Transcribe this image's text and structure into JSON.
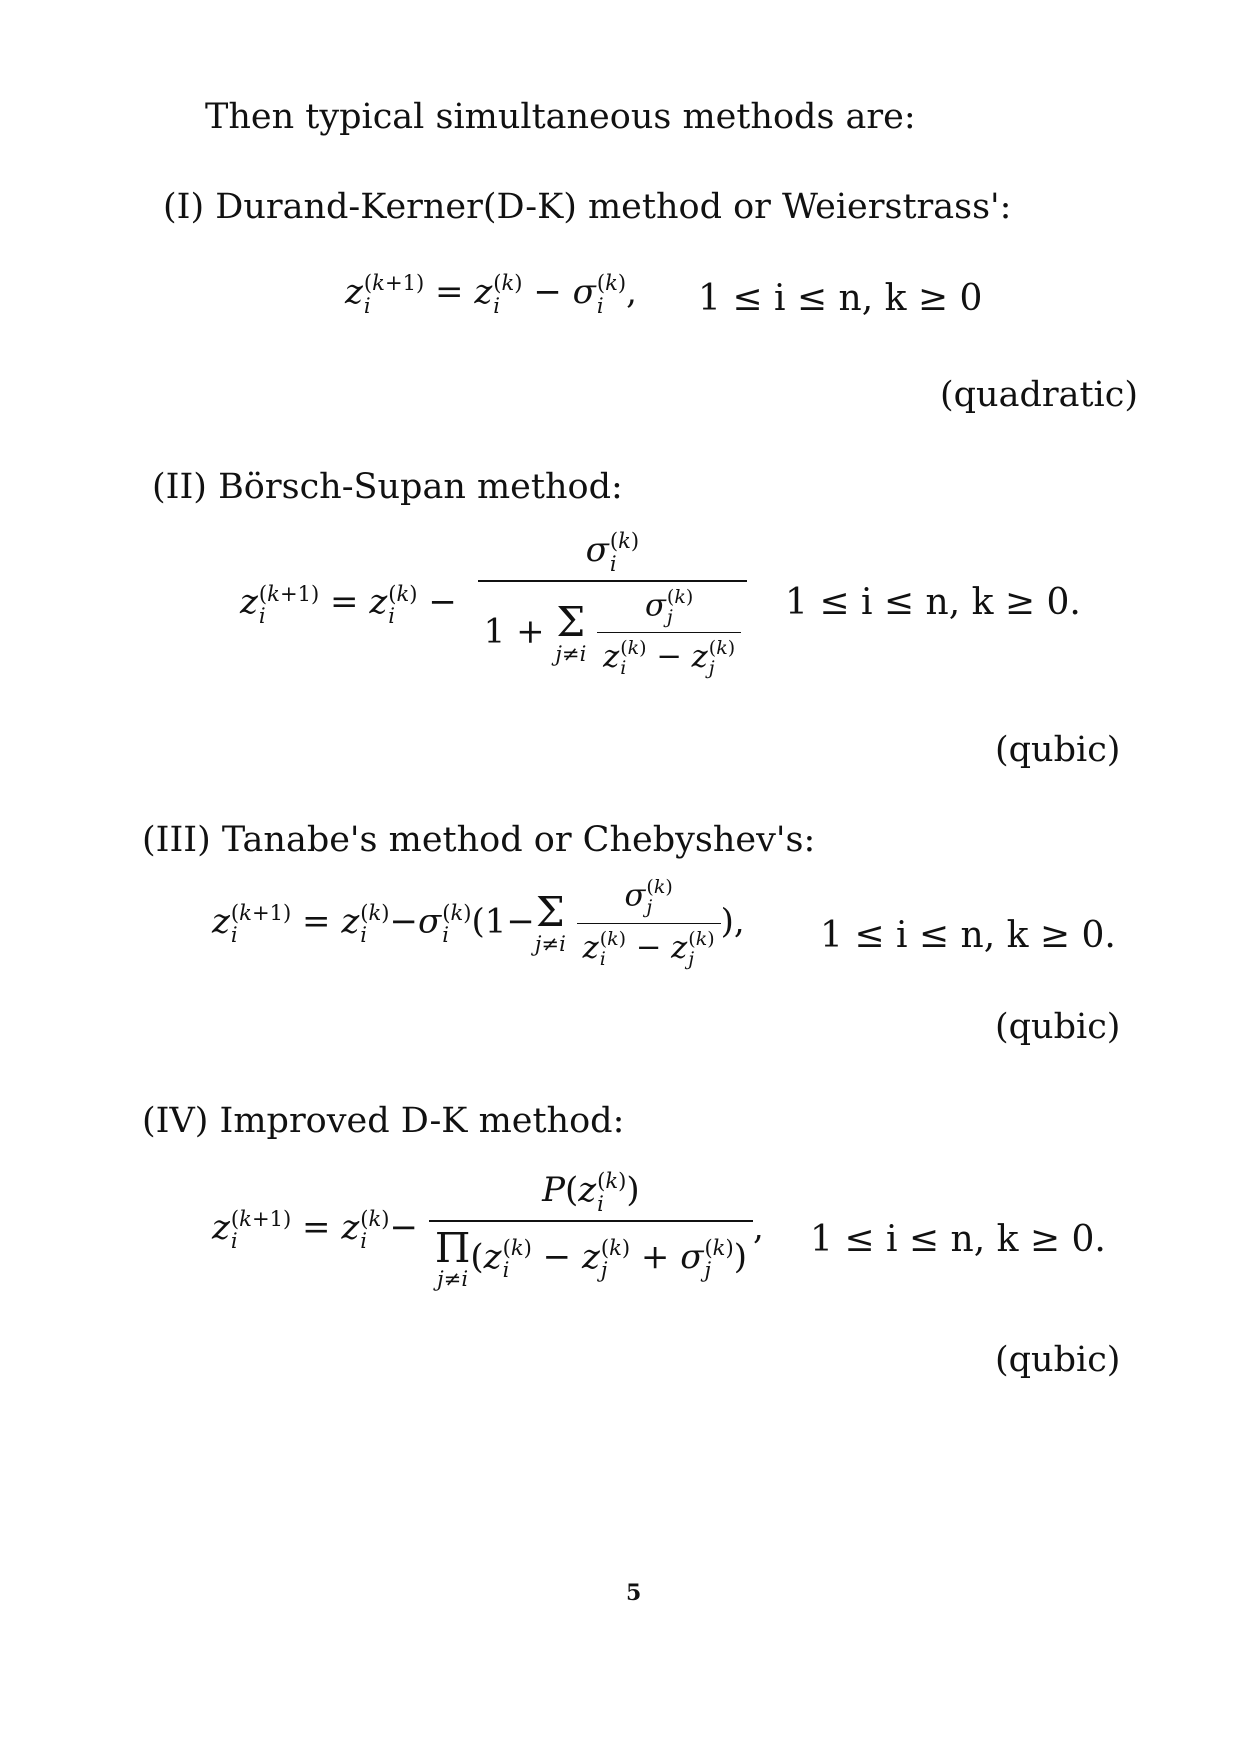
{
  "intro": "Then typical simultaneous methods are:",
  "methods": [
    {
      "heading": "(I) Durand-Kerner(D-K) method or Weierstrass':",
      "condition": "1 ≤ i ≤ n,   k ≥ 0",
      "order": "(quadratic)"
    },
    {
      "heading": "(II) Börsch-Supan method:",
      "condition": "1 ≤ i ≤ n,   k ≥ 0.",
      "order": "(qubic)"
    },
    {
      "heading": "(III) Tanabe's method or Chebyshev's:",
      "condition": "1 ≤ i ≤ n,   k ≥ 0.",
      "order": "(qubic)"
    },
    {
      "heading": "(IV) Improved D-K method:",
      "condition": "1 ≤ i ≤ n,   k ≥ 0.",
      "order": "(qubic)"
    }
  ],
  "page_number": "5"
}
